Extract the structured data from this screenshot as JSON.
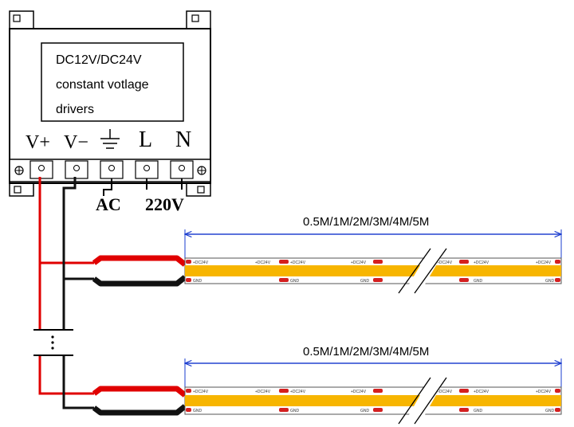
{
  "driver": {
    "label_line1": "DC12V/DC24V",
    "label_line2": "constant votlage",
    "label_line3": "drivers",
    "terminals": [
      "V+",
      "V−",
      "⏚",
      "L",
      "N"
    ],
    "ac_label": "AC",
    "voltage_label": "220V"
  },
  "strips": [
    {
      "length_label": "0.5M/1M/2M/3M/4M/5M",
      "pad_top_label": "+DC24V",
      "pad_bottom_label": "GND"
    },
    {
      "length_label": "0.5M/1M/2M/3M/4M/5M",
      "pad_top_label": "+DC24V",
      "pad_bottom_label": "GND"
    }
  ],
  "colors": {
    "positive_wire": "#e00000",
    "negative_wire": "#111111",
    "strip_body": "#f7b500",
    "dimension_line": "#1a3ccf"
  }
}
